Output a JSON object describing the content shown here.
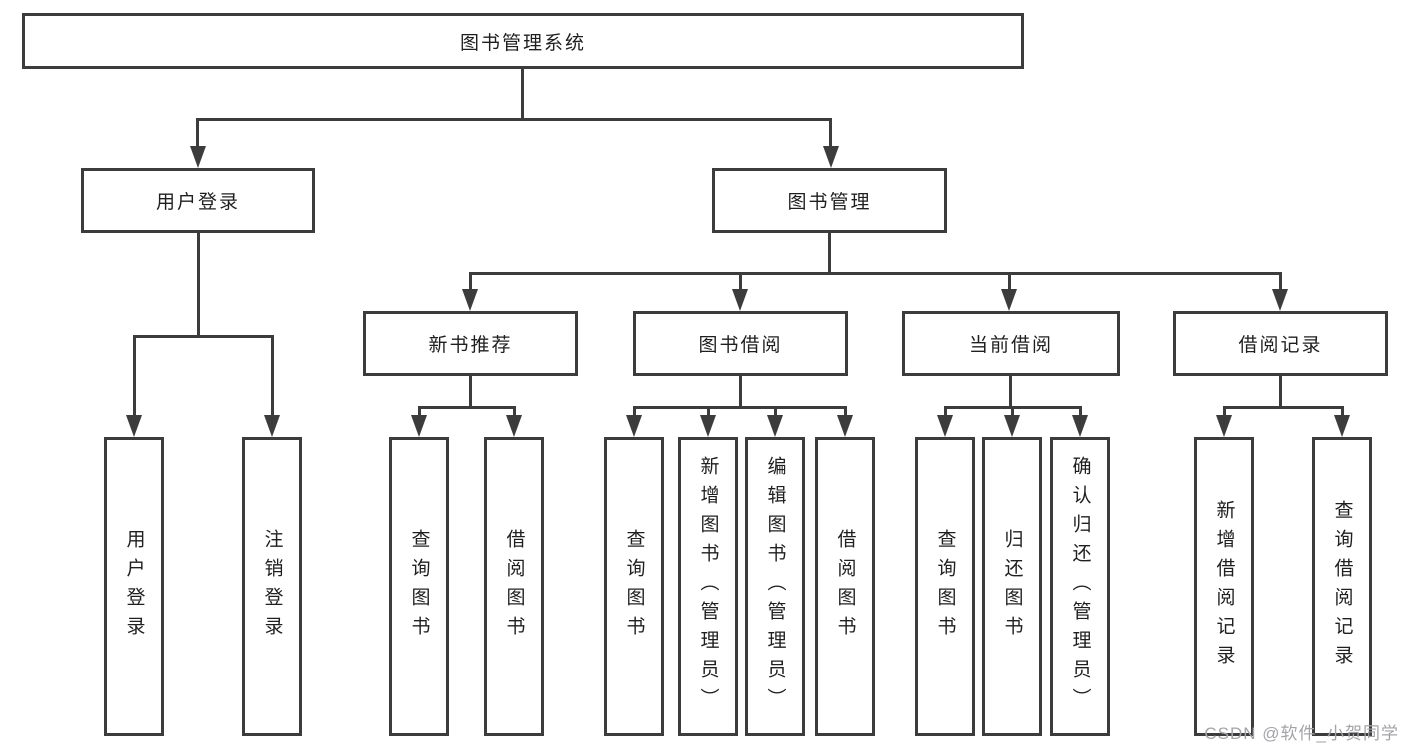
{
  "diagram": {
    "root": "图书管理系统",
    "branches": [
      {
        "label": "用户登录",
        "leaves": [
          "用户登录",
          "注销登录"
        ]
      },
      {
        "label": "图书管理",
        "groups": [
          {
            "label": "新书推荐",
            "leaves": [
              "查询图书",
              "借阅图书"
            ]
          },
          {
            "label": "图书借阅",
            "leaves": [
              "查询图书",
              "新增图书（管理员）",
              "编辑图书（管理员）",
              "借阅图书"
            ]
          },
          {
            "label": "当前借阅",
            "leaves": [
              "查询图书",
              "归还图书",
              "确认归还（管理员）"
            ]
          },
          {
            "label": "借阅记录",
            "leaves": [
              "新增借阅记录",
              "查询借阅记录"
            ]
          }
        ]
      }
    ]
  },
  "watermark": "CSDN @软件_小贺同学",
  "colors": {
    "line": "#3c3c3c",
    "text": "#1f1f1f",
    "watermark": "#a4a4a8",
    "background": "#ffffff"
  }
}
